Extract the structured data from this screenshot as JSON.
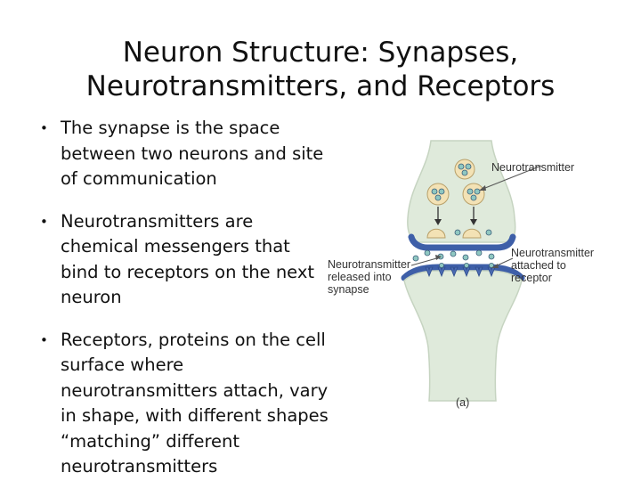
{
  "title": {
    "line1": "Neuron Structure: Synapses,",
    "line2": "Neurotransmitters, and Receptors"
  },
  "bullets": [
    {
      "text": "The synapse is the space between two neurons and site of communication"
    },
    {
      "text": "Neurotransmitters are chemical messengers that bind to receptors on the next neuron"
    },
    {
      "text": "Receptors, proteins on the cell surface where neurotransmitters attach, vary in shape, with different shapes “matching” different neurotransmitters"
    }
  ],
  "figure": {
    "labels": {
      "neurotransmitter": "Neurotransmitter",
      "released_line1": "Neurotransmitter",
      "released_line2": "released into",
      "released_line3": "synapse",
      "attached_line1": "Neurotransmitter",
      "attached_line2": "attached to",
      "attached_line3": "receptor",
      "panel": "(a)"
    },
    "colors": {
      "neuron_fill": "#dfeadb",
      "membrane_blue": "#3e5fa8",
      "vesicle_fill": "#f3e2b5",
      "receptor_blue": "#4a6bb2"
    }
  }
}
